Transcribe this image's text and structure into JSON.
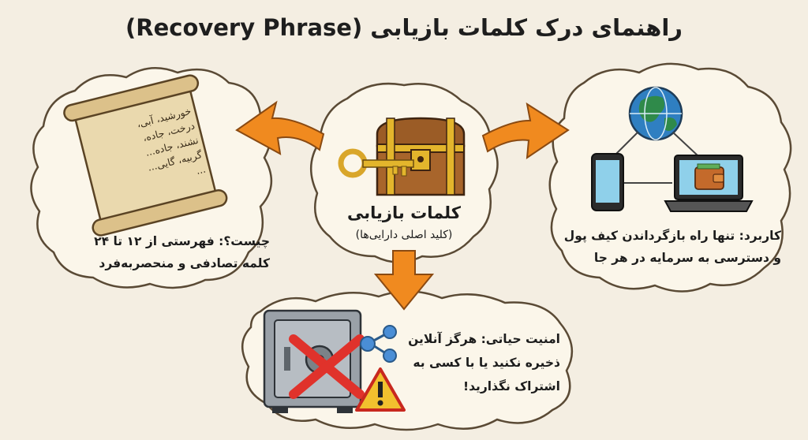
{
  "title": "راهنمای درک کلمات بازیابی (Recovery Phrase)",
  "center": {
    "name": "کلمات بازیابی",
    "subtitle": "(کلید اصلی دارایی‌ها)"
  },
  "left": {
    "lines": [
      "چیست؟: فهرستی از ۱۲ تا ۲۴",
      "کلمه تصادفی و منحصربه‌فرد"
    ],
    "scroll_words": [
      "خورشید، آبی،",
      "درخت، جاده،",
      "نشند، جاده...",
      "گربیه، گایی...",
      "..."
    ]
  },
  "right": {
    "lines": [
      "کاربرد: تنها راه بازگرداندن کیف پول",
      "و دسترسی به سرمایه در هر جا"
    ]
  },
  "bottom": {
    "lines": [
      "امنیت حیاتی: هرگز آنلاین",
      "ذخیره نکنید یا با کسی به",
      "اشتراک نگذارید!"
    ]
  },
  "colors": {
    "arrow": "#f08a1f",
    "cloud_fill": "#fbf6ea",
    "cloud_stroke": "#5a4a35",
    "globe": "#2f8a4a",
    "ocean": "#2f7fc1",
    "wood": "#9b5c26",
    "gold": "#e3b52c",
    "red_x": "#e0322b",
    "warning": "#f2c12e",
    "share": "#4a8ed6"
  },
  "icons": [
    "scroll-icon",
    "treasure-chest-icon",
    "key-icon",
    "globe-icon",
    "phone-icon",
    "laptop-icon",
    "wallet-icon",
    "safe-icon",
    "cross-icon",
    "share-icon",
    "warning-icon"
  ]
}
